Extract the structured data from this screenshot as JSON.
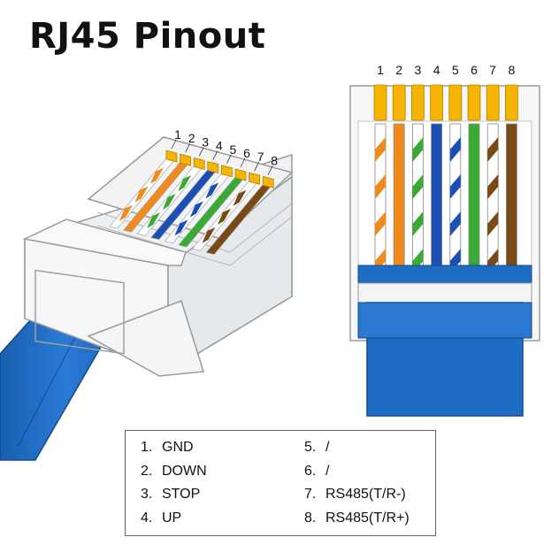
{
  "title": "RJ45 Pinout",
  "pins": [
    {
      "num": "1",
      "label": "GND",
      "wire": "white-orange",
      "stripe": "#f08a1c"
    },
    {
      "num": "2",
      "label": "DOWN",
      "wire": "orange",
      "stripe": "#f08a1c"
    },
    {
      "num": "3",
      "label": "STOP",
      "wire": "white-green",
      "stripe": "#3aaa35"
    },
    {
      "num": "4",
      "label": "UP",
      "wire": "blue",
      "stripe": "#1c4fb5"
    },
    {
      "num": "5",
      "label": "/",
      "wire": "white-blue",
      "stripe": "#1c4fb5"
    },
    {
      "num": "6",
      "label": "/",
      "wire": "green",
      "stripe": "#3aaa35"
    },
    {
      "num": "7",
      "label": "RS485(T/R-)",
      "wire": "white-brown",
      "stripe": "#7a4a16"
    },
    {
      "num": "8",
      "label": "RS485(T/R+)",
      "wire": "brown",
      "stripe": "#7a4a16"
    }
  ],
  "colors": {
    "cable": "#1f6cc4",
    "contact": "#f5b400",
    "connector_outline": "#9a9a9a"
  }
}
